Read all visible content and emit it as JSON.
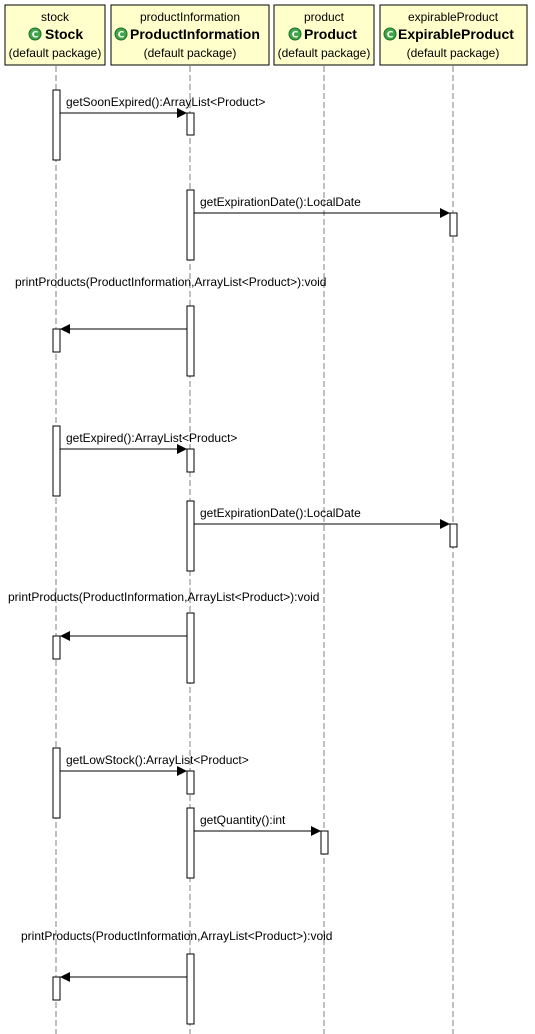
{
  "participants": [
    {
      "alias": "stock",
      "name": "Stock",
      "package": "(default package)",
      "icon": "class-icon"
    },
    {
      "alias": "productInformation",
      "name": "ProductInformation",
      "package": "(default package)",
      "icon": "class-icon"
    },
    {
      "alias": "product",
      "name": "Product",
      "package": "(default package)",
      "icon": "class-icon"
    },
    {
      "alias": "expirableProduct",
      "name": "ExpirableProduct",
      "package": "(default package)",
      "icon": "class-icon"
    }
  ],
  "messages": [
    {
      "from": "stock",
      "to": "productInformation",
      "label": "getSoonExpired():ArrayList<Product>"
    },
    {
      "from": "productInformation",
      "to": "expirableProduct",
      "label": "getExpirationDate():LocalDate"
    },
    {
      "from": "productInformation",
      "to": "stock",
      "label": "printProducts(ProductInformation,ArrayList<Product>):void"
    },
    {
      "from": "stock",
      "to": "productInformation",
      "label": "getExpired():ArrayList<Product>"
    },
    {
      "from": "productInformation",
      "to": "expirableProduct",
      "label": "getExpirationDate():LocalDate"
    },
    {
      "from": "productInformation",
      "to": "stock",
      "label": "printProducts(ProductInformation,ArrayList<Product>):void"
    },
    {
      "from": "stock",
      "to": "productInformation",
      "label": "getLowStock():ArrayList<Product>"
    },
    {
      "from": "productInformation",
      "to": "product",
      "label": "getQuantity():int"
    },
    {
      "from": "productInformation",
      "to": "stock",
      "label": "printProducts(ProductInformation,ArrayList<Product>):void"
    }
  ],
  "colors": {
    "header_fill": "#ffffcc",
    "class_icon": "#3fa64a",
    "lifeline": "#808080"
  }
}
